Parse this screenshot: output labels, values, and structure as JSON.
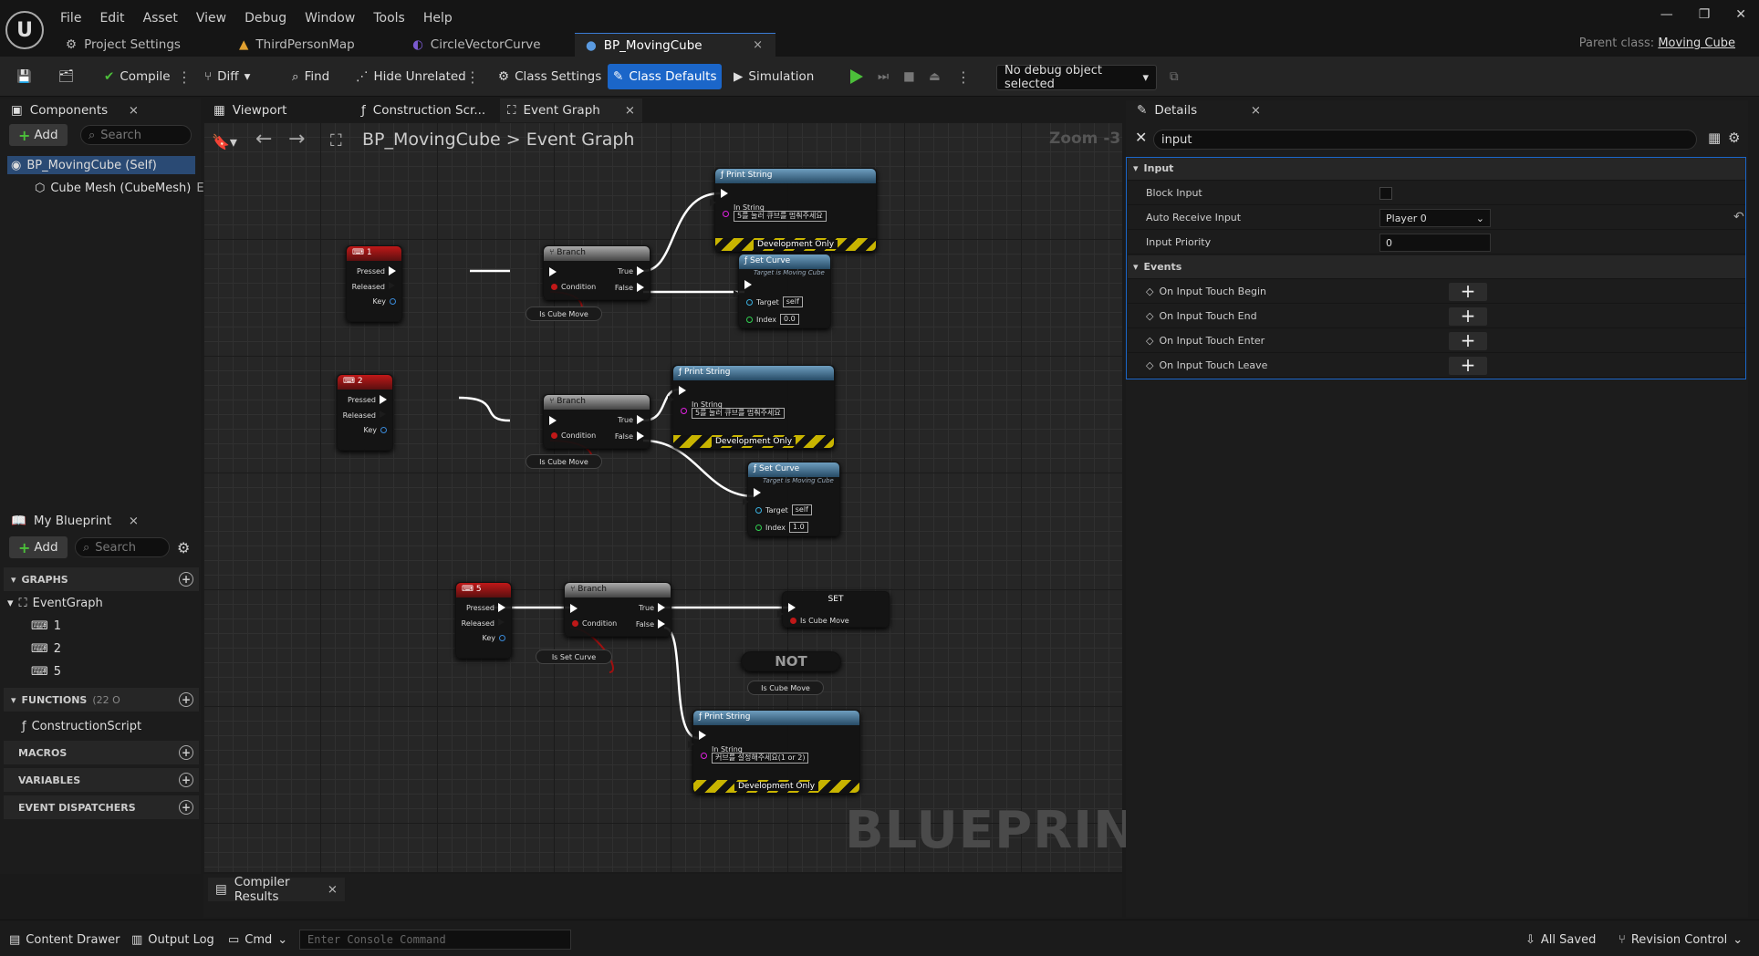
{
  "menu": [
    "File",
    "Edit",
    "Asset",
    "View",
    "Debug",
    "Window",
    "Tools",
    "Help"
  ],
  "doc_tabs": [
    {
      "label": "Project Settings"
    },
    {
      "label": "ThirdPersonMap"
    },
    {
      "label": "CircleVectorCurve"
    },
    {
      "label": "BP_MovingCube",
      "close": "×"
    }
  ],
  "parent_class": {
    "label": "Parent class:",
    "value": "Moving Cube"
  },
  "toolbar": {
    "compile": "Compile",
    "diff": "Diff",
    "find": "Find",
    "hide_unrelated": "Hide Unrelated",
    "class_settings": "Class Settings",
    "class_defaults": "Class Defaults",
    "simulation": "Simulation",
    "debug_select": "No debug object selected"
  },
  "components": {
    "tab": "Components",
    "add": "Add",
    "search_placeholder": "Search",
    "root": "BP_MovingCube (Self)",
    "child": "Cube Mesh (CubeMesh)",
    "child_suffix": "Ed"
  },
  "my_blueprint": {
    "tab": "My Blueprint",
    "add": "Add",
    "search_placeholder": "Search",
    "graphs": "GRAPHS",
    "event_graph": "EventGraph",
    "events": [
      "1",
      "2",
      "5"
    ],
    "functions": "FUNCTIONS",
    "functions_count": "(22 O",
    "construction_script": "ConstructionScript",
    "macros": "MACROS",
    "variables": "VARIABLES",
    "event_dispatchers": "EVENT DISPATCHERS"
  },
  "graph_tabs": [
    {
      "label": "Viewport"
    },
    {
      "label": "Construction Scr..."
    },
    {
      "label": "Event Graph",
      "close": "×"
    }
  ],
  "breadcrumb": {
    "bp": "BP_MovingCube",
    "sep": ">",
    "graph": "Event Graph"
  },
  "zoom": "Zoom -3",
  "watermark": "BLUEPRINT",
  "nodes": {
    "key1": "1",
    "key2": "2",
    "key5": "5",
    "pressed": "Pressed",
    "released": "Released",
    "key": "Key",
    "branch": "Branch",
    "true": "True",
    "false": "False",
    "condition": "Condition",
    "is_cube_move": "Is Cube Move",
    "is_set_curve": "Is Set Curve",
    "print_string": "Print String",
    "in_string": "In String",
    "dev_only": "Development Only",
    "str1": "5를 눌러 큐브를 멈춰주세요",
    "str2": "5를 눌러 큐브를 멈춰주세요",
    "str3": "커브를 설정해주세요(1 or 2)",
    "set_curve": "Set Curve",
    "target_is": "Target is Moving Cube",
    "target": "Target",
    "self": "self",
    "index": "Index",
    "index1": "0.0",
    "index2": "1.0",
    "set": "SET",
    "not": "NOT"
  },
  "compiler_results": "Compiler Results",
  "details": {
    "tab": "Details",
    "search_value": "input",
    "input_section": "Input",
    "block_input": "Block Input",
    "auto_receive": "Auto Receive Input",
    "auto_receive_val": "Player 0",
    "input_priority": "Input Priority",
    "input_priority_val": "0",
    "events_section": "Events",
    "events": [
      "On Input Touch Begin",
      "On Input Touch End",
      "On Input Touch Enter",
      "On Input Touch Leave"
    ]
  },
  "statusbar": {
    "content_drawer": "Content Drawer",
    "output_log": "Output Log",
    "cmd": "Cmd",
    "console_placeholder": "Enter Console Command",
    "all_saved": "All Saved",
    "revision_control": "Revision Control"
  }
}
